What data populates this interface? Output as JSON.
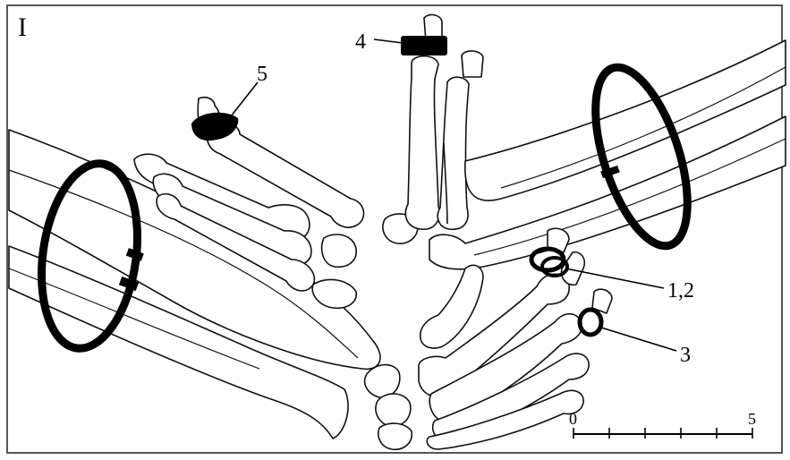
{
  "panel_label": "I",
  "labels": {
    "label_5": "5",
    "label_4": "4",
    "label_12": "1,2",
    "label_3": "3"
  },
  "scale_bar": {
    "start": "0",
    "end": "5"
  },
  "colors": {
    "ink": "#000000",
    "paper": "#ffffff",
    "frame": "#555555"
  }
}
